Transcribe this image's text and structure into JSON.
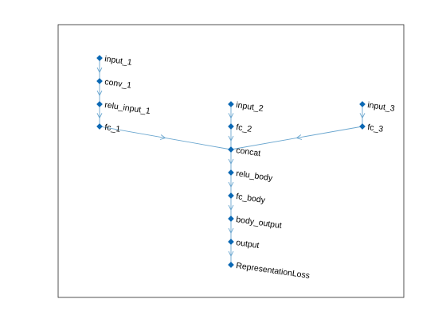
{
  "colors": {
    "edge": "#6aa6cf",
    "node": "#0a68b4",
    "axes_border": "#262626",
    "text": "#000000",
    "background": "#ffffff"
  },
  "nodes": [
    {
      "id": "input_1",
      "label": "input_1"
    },
    {
      "id": "conv_1",
      "label": "conv_1"
    },
    {
      "id": "relu_input_1",
      "label": "relu_input_1"
    },
    {
      "id": "fc_1",
      "label": "fc_1"
    },
    {
      "id": "input_2",
      "label": "input_2"
    },
    {
      "id": "fc_2",
      "label": "fc_2"
    },
    {
      "id": "input_3",
      "label": "input_3"
    },
    {
      "id": "fc_3",
      "label": "fc_3"
    },
    {
      "id": "concat",
      "label": "concat"
    },
    {
      "id": "relu_body",
      "label": "relu_body"
    },
    {
      "id": "fc_body",
      "label": "fc_body"
    },
    {
      "id": "body_output",
      "label": "body_output"
    },
    {
      "id": "output",
      "label": "output"
    },
    {
      "id": "RepresentationLoss",
      "label": "RepresentationLoss"
    }
  ],
  "edges": [
    {
      "from": "input_1",
      "to": "conv_1"
    },
    {
      "from": "conv_1",
      "to": "relu_input_1"
    },
    {
      "from": "relu_input_1",
      "to": "fc_1"
    },
    {
      "from": "fc_1",
      "to": "concat"
    },
    {
      "from": "input_2",
      "to": "fc_2"
    },
    {
      "from": "fc_2",
      "to": "concat"
    },
    {
      "from": "input_3",
      "to": "fc_3"
    },
    {
      "from": "fc_3",
      "to": "concat"
    },
    {
      "from": "concat",
      "to": "relu_body"
    },
    {
      "from": "relu_body",
      "to": "fc_body"
    },
    {
      "from": "fc_body",
      "to": "body_output"
    },
    {
      "from": "body_output",
      "to": "output"
    },
    {
      "from": "output",
      "to": "RepresentationLoss"
    }
  ]
}
